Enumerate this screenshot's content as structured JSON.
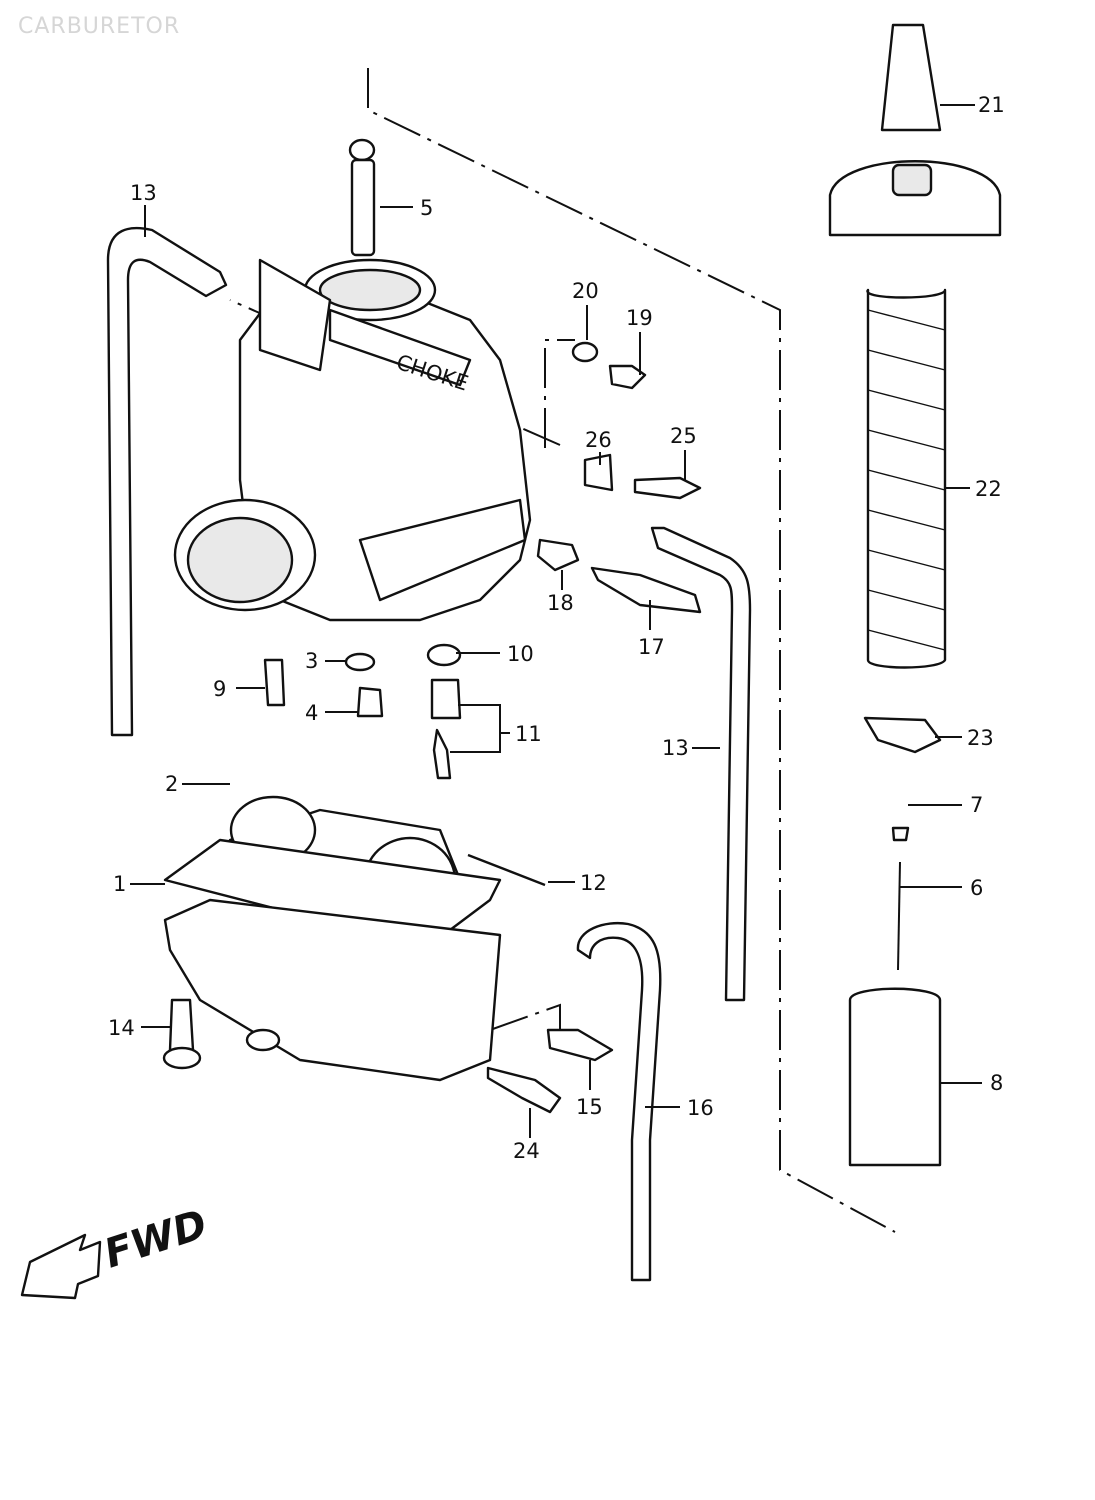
{
  "title": "CARBURETOR",
  "fwd_label": "FWD",
  "colors": {
    "ink": "#111111",
    "title": "#d6d6d6",
    "background": "#ffffff"
  },
  "callouts": {
    "c1": "1",
    "c2": "2",
    "c3": "3",
    "c4": "4",
    "c5": "5",
    "c6": "6",
    "c7": "7",
    "c8": "8",
    "c9": "9",
    "c10": "10",
    "c11": "11",
    "c12": "12",
    "c13a": "13",
    "c13b": "13",
    "c14": "14",
    "c15": "15",
    "c16": "16",
    "c17": "17",
    "c18": "18",
    "c19": "19",
    "c20": "20",
    "c21": "21",
    "c22": "22",
    "c23": "23",
    "c24": "24",
    "c25": "25",
    "c26": "26"
  },
  "choke_label": "CHOKE"
}
